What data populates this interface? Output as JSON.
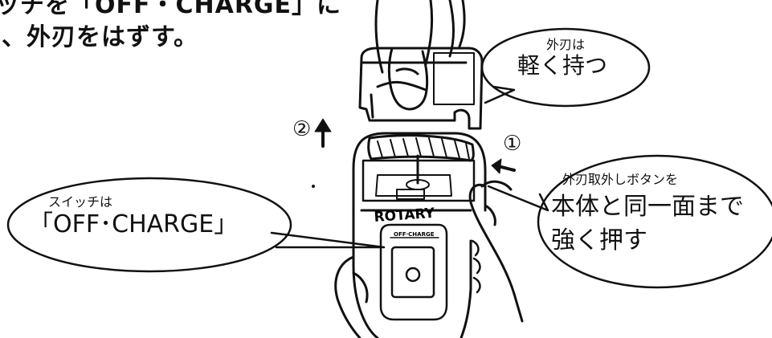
{
  "heading": {
    "line1": "ッチを「OFF・CHARGE」に",
    "line2": "、外刃をはずす。"
  },
  "callouts": {
    "blade": {
      "small": "外刃は",
      "large": "軽く持つ"
    },
    "switch": {
      "small": "スイッチは",
      "large": "「OFF･CHARGE」"
    },
    "release": {
      "small": "外刃取外しボタンを",
      "large1": "本体と同一面まで",
      "large2": "強く押す"
    }
  },
  "steps": {
    "one": "①",
    "two": "②"
  },
  "device": {
    "brand": "ROTARY",
    "switch_label": "OFF·CHARGE"
  }
}
